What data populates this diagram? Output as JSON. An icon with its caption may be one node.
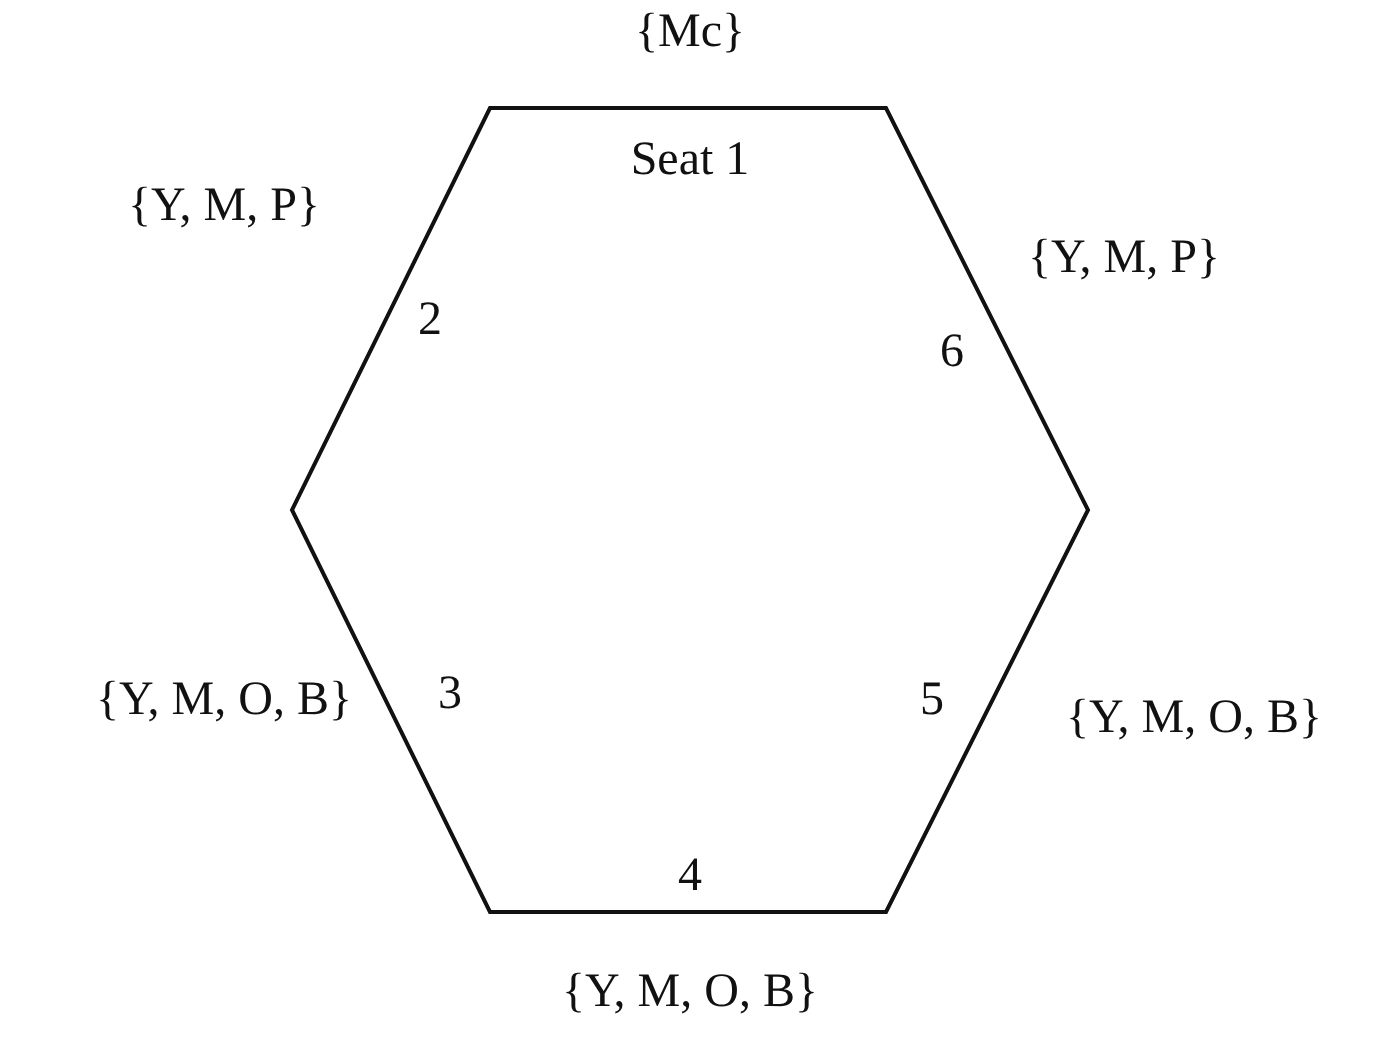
{
  "diagram": {
    "nodes": [
      {
        "text": [
          "Seat 1",
          "2",
          "3",
          "4",
          "5",
          "6"
        ],
        "beside": [
          "{Mc}",
          "{Y, M, P}",
          "{Y, M, P}",
          "{Y, M, O, B}",
          "{Y, M, O, B}",
          "{Y, M, O, B}"
        ]
      }
    ],
    "edges": []
  }
}
